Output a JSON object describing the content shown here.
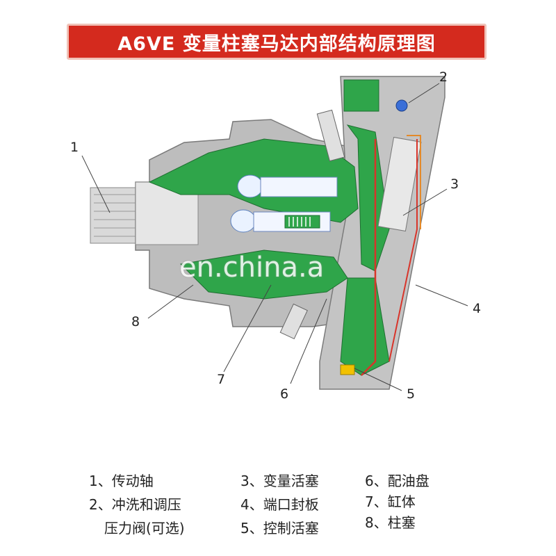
{
  "title": "A6VE 变量柱塞马达内部结构原理图",
  "watermark": "en.china.a",
  "callouts": [
    "1",
    "2",
    "3",
    "4",
    "5",
    "6",
    "7",
    "8"
  ],
  "legend": [
    {
      "text": "1、传动轴"
    },
    {
      "text": "2、冲洗和调压"
    },
    {
      "text": "压力阀(可选)"
    },
    {
      "text": "3、变量活塞"
    },
    {
      "text": "4、端口封板"
    },
    {
      "text": "5、控制活塞"
    },
    {
      "text": "6、配油盘"
    },
    {
      "text": "7、缸体"
    },
    {
      "text": "8、柱塞"
    }
  ],
  "colors": {
    "title_bg": "#d42a1e",
    "green": "#2fa54a",
    "gray": "#b7b7b7",
    "red": "#d8342a",
    "orange": "#e38a2a"
  }
}
